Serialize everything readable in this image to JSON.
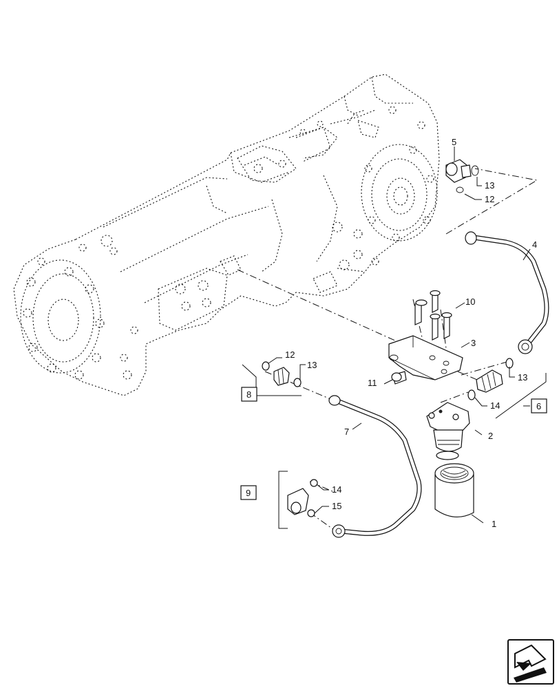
{
  "callouts": [
    {
      "id": "1",
      "text": "1"
    },
    {
      "id": "2",
      "text": "2"
    },
    {
      "id": "3",
      "text": "3"
    },
    {
      "id": "4",
      "text": "4"
    },
    {
      "id": "5",
      "text": "5"
    },
    {
      "id": "7",
      "text": "7"
    },
    {
      "id": "10",
      "text": "10"
    },
    {
      "id": "11",
      "text": "11"
    },
    {
      "id": "12a",
      "text": "12"
    },
    {
      "id": "12b",
      "text": "12"
    },
    {
      "id": "13a",
      "text": "13"
    },
    {
      "id": "13b",
      "text": "13"
    },
    {
      "id": "13c",
      "text": "13"
    },
    {
      "id": "14a",
      "text": "14"
    },
    {
      "id": "14b",
      "text": "14"
    },
    {
      "id": "15",
      "text": "15"
    }
  ],
  "kit_boxes": [
    {
      "id": "6",
      "text": "6"
    },
    {
      "id": "8",
      "text": "8"
    },
    {
      "id": "9",
      "text": "9"
    }
  ],
  "nav_icon": "arrow-icon"
}
